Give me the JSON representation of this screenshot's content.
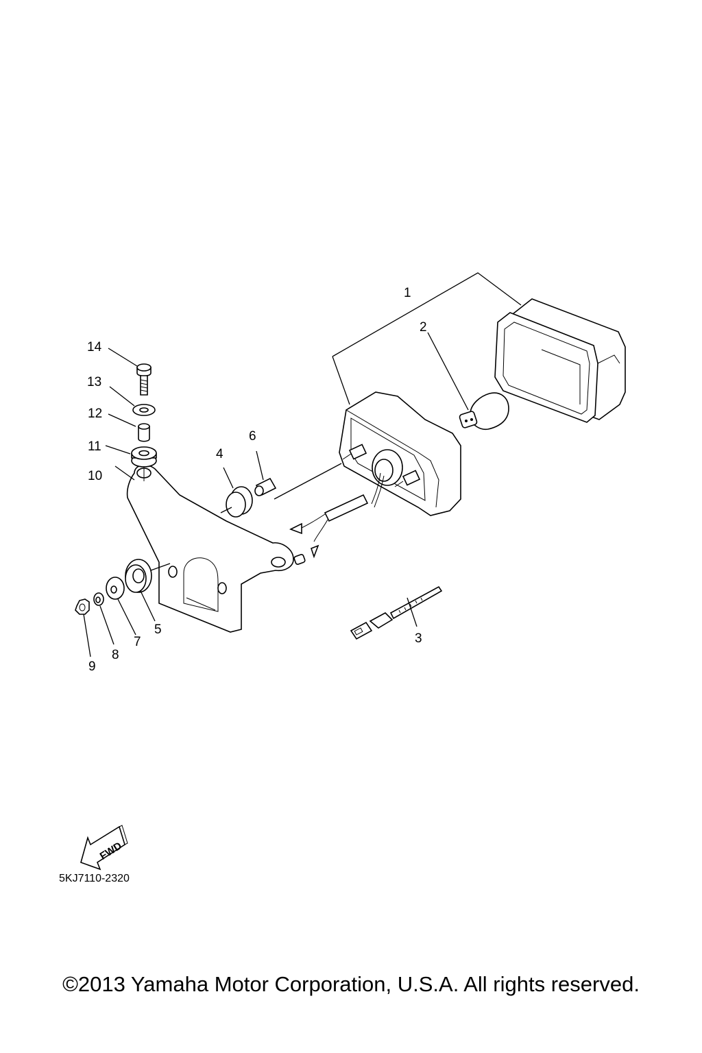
{
  "callouts": {
    "c1": "1",
    "c2": "2",
    "c3": "3",
    "c4": "4",
    "c5": "5",
    "c6": "6",
    "c7": "7",
    "c8": "8",
    "c9": "9",
    "c10": "10",
    "c11": "11",
    "c12": "12",
    "c13": "13",
    "c14": "14"
  },
  "fwd_arrow": {
    "label": "FWD",
    "icon": "fwd-arrow-icon"
  },
  "drawing_code": "5KJ7110-2320",
  "copyright": "©2013 Yamaha Motor Corporation, U.S.A. All rights reserved."
}
